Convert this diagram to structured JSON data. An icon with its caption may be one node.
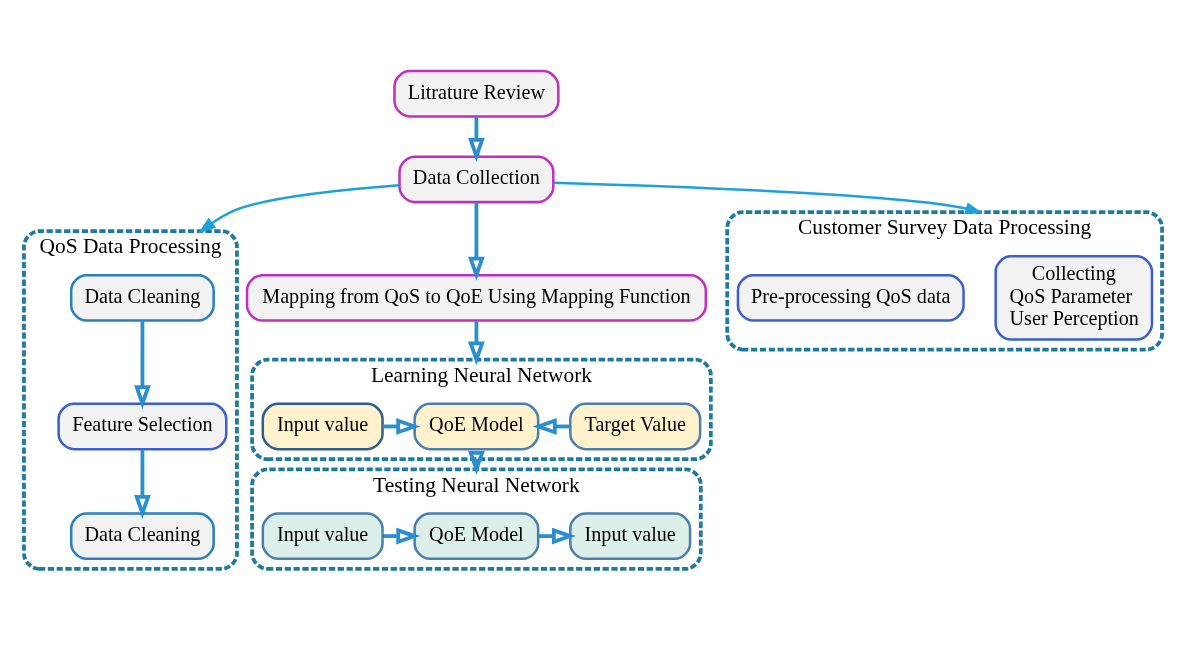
{
  "diagram": {
    "nodes": [
      {
        "text": [
          "Litrature Review"
        ]
      },
      {
        "text": [
          "Data Collection"
        ]
      },
      {
        "text": [
          "QoS Data Processing"
        ]
      },
      {
        "text": [
          "Data Cleaning"
        ],
        "in": 2
      },
      {
        "text": [
          "Feature Selection"
        ],
        "in": 2
      },
      {
        "text": [
          "Data Cleaning"
        ],
        "in": 2
      },
      {
        "text": [
          "Mapping from QoS to QoE Using Mapping Function"
        ]
      },
      {
        "text": [
          "Learning Neural Network"
        ]
      },
      {
        "text": [
          "Input value"
        ],
        "in": 7
      },
      {
        "text": [
          "QoE Model"
        ],
        "in": 7
      },
      {
        "text": [
          "Target Value"
        ],
        "in": 7
      },
      {
        "text": [
          "Testing Neural Network"
        ]
      },
      {
        "text": [
          "Input value"
        ],
        "in": 11
      },
      {
        "text": [
          "QoE Model"
        ],
        "in": 11
      },
      {
        "text": [
          "Input value"
        ],
        "in": 11
      },
      {
        "text": [
          "Customer Survey Data Processing"
        ]
      },
      {
        "text": [
          "Collecting",
          "QoS Parameter",
          "User Perception"
        ],
        "in": 15
      },
      {
        "text": [
          "Pre-processing QoS data"
        ],
        "in": 15
      }
    ],
    "edges": [
      {
        "from": 0,
        "to": 1,
        "arrow": "to"
      },
      {
        "from": 1,
        "to": 2,
        "arrow": "to",
        "color": "#1ea0dc"
      },
      {
        "from": 1,
        "to": 6,
        "arrow": "to"
      },
      {
        "from": 1,
        "to": 15,
        "arrow": "to",
        "color": "#1ea0dc"
      },
      {
        "from": 3,
        "to": 4,
        "arrow": "to"
      },
      {
        "from": 4,
        "to": 5,
        "arrow": "to"
      },
      {
        "from": 6,
        "to": 7,
        "arrow": "to"
      },
      {
        "from": 8,
        "to": 9,
        "arrow": "to"
      },
      {
        "from": 10,
        "to": 9,
        "arrow": "to"
      },
      {
        "from": 7,
        "to": 11,
        "arrow": "to"
      },
      {
        "from": 12,
        "to": 13,
        "arrow": "to"
      },
      {
        "from": 13,
        "to": 14,
        "arrow": "to"
      }
    ]
  }
}
